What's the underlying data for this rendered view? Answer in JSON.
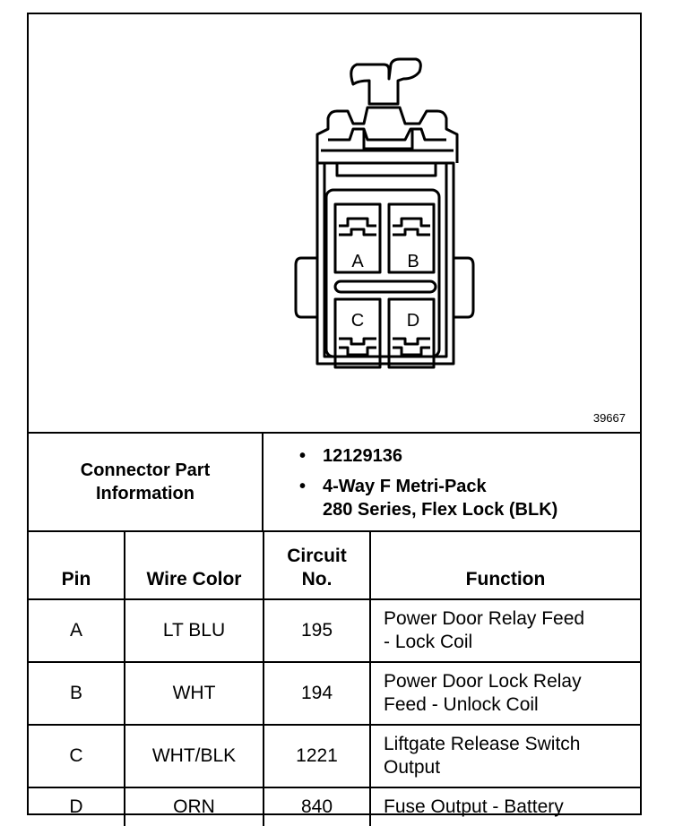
{
  "figure": {
    "id": "39667",
    "pin_labels": [
      "A",
      "B",
      "C",
      "D"
    ]
  },
  "connector_info": {
    "label_line1": "Connector Part",
    "label_line2": "Information",
    "items": [
      {
        "bullet": "•",
        "lines": [
          "12129136"
        ]
      },
      {
        "bullet": "•",
        "lines": [
          "4-Way F Metri-Pack",
          "280 Series, Flex Lock (BLK)"
        ]
      }
    ]
  },
  "table": {
    "headers": {
      "pin": "Pin",
      "wire_color": "Wire Color",
      "circuit_line1": "Circuit",
      "circuit_line2": "No.",
      "function": "Function"
    },
    "rows": [
      {
        "pin": "A",
        "wire_color": "LT BLU",
        "circuit": "195",
        "function_line1": "Power Door Relay Feed",
        "function_line2": "- Lock Coil"
      },
      {
        "pin": "B",
        "wire_color": "WHT",
        "circuit": "194",
        "function_line1": "Power Door Lock Relay",
        "function_line2": "Feed - Unlock Coil"
      },
      {
        "pin": "C",
        "wire_color": "WHT/BLK",
        "circuit": "1221",
        "function_line1": "Liftgate Release Switch",
        "function_line2": "Output"
      },
      {
        "pin": "D",
        "wire_color": "ORN",
        "circuit": "840",
        "function_line1": "Fuse Output - Battery",
        "function_line2": ""
      }
    ]
  }
}
